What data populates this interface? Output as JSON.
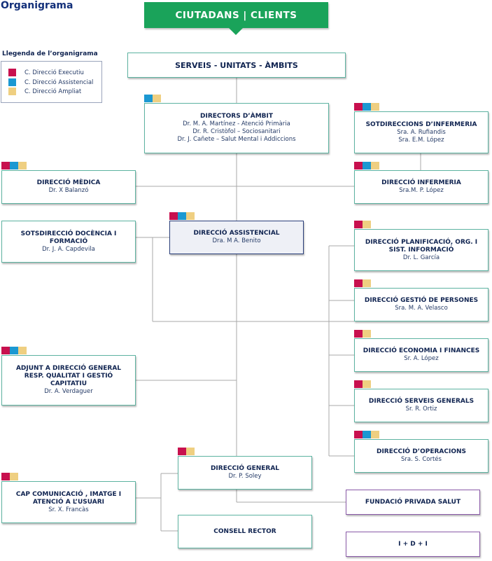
{
  "title": "Organigrama",
  "top": "CIUTADANS | CLIENTS",
  "legend": {
    "title": "Llegenda de l’organigrama",
    "items": [
      {
        "label": "C. Direcció Executiu",
        "color": "#c8104e"
      },
      {
        "label": "C. Direcció Assistencial",
        "color": "#1b98d2"
      },
      {
        "label": "C. Direcció Ampliat",
        "color": "#efcf81"
      }
    ]
  },
  "boxes": {
    "serveis": {
      "title": "SERVEIS - UNITATS - ÀMBITS"
    },
    "directors": {
      "title": "DIRECTORS D’ÀMBIT",
      "lines": [
        "Dr. M. A. Martínez - Atenció Primària",
        "Dr. R. Cristòfol – Sociosanitari",
        "Dr. J. Cañete – Salut Mental i Addiccions"
      ]
    },
    "sotdir_inf": {
      "title": "SOTDIRECCIONS  D’INFERMERIA",
      "lines": [
        "Sra. A. Rufiandis",
        "Sra. E.M. López"
      ]
    },
    "dir_medica": {
      "title": "DIRECCIÓ MÈDICA",
      "lines": [
        "Dr. X Balanzó"
      ]
    },
    "dir_inf": {
      "title": "DIRECCIÓ INFERMERIA",
      "lines": [
        "Sra.M. P. López"
      ]
    },
    "sotdir_doc": {
      "title": "SOTSDIRECCIÓ DOCÈNCIA I FORMACIÓ",
      "lines": [
        "Dr. J. A. Capdevila"
      ]
    },
    "dir_asist": {
      "title": "DIRECCIÓ ASSISTENCIAL",
      "lines": [
        "Dra. M A. Benito"
      ]
    },
    "dir_plan": {
      "title": "DIRECCIÓ PLANIFICACIÓ, ORG. I SIST. INFORMACIÓ",
      "lines": [
        "Dr. L. García"
      ]
    },
    "dir_pers": {
      "title": "DIRECCIÓ GESTIÓ DE PERSONES",
      "lines": [
        "Sra. M. A. Velasco"
      ]
    },
    "dir_econ": {
      "title": "DIRECCIÓ ECONOMIA I FINANCES",
      "lines": [
        "Sr. A. López"
      ]
    },
    "adjunt": {
      "title": "ADJUNT  A DIRECCIÓ GENERAL RESP. QUALITAT I GESTIÓ CAPITATIU",
      "lines": [
        "Dr. A. Verdaguer"
      ]
    },
    "dir_serv": {
      "title": "DIRECCIÓ SERVEIS GENERALS",
      "lines": [
        "Sr. R. Ortiz"
      ]
    },
    "dir_oper": {
      "title": "DIRECCIÓ D’OPERACIONS",
      "lines": [
        "Sra. S. Cortés"
      ]
    },
    "dir_gen": {
      "title": "DIRECCIÓ GENERAL",
      "lines": [
        "Dr. P. Soley"
      ]
    },
    "cap_com": {
      "title": "CAP COMUNICACIÓ , IMATGE I ATENCIÓ A L’USUARI",
      "lines": [
        "Sr. X. Francàs"
      ]
    },
    "fundacio": {
      "title": "FUNDACIÓ PRIVADA SALUT"
    },
    "consell": {
      "title": "CONSELL RECTOR"
    },
    "idi": {
      "title": "I + D + I"
    }
  }
}
